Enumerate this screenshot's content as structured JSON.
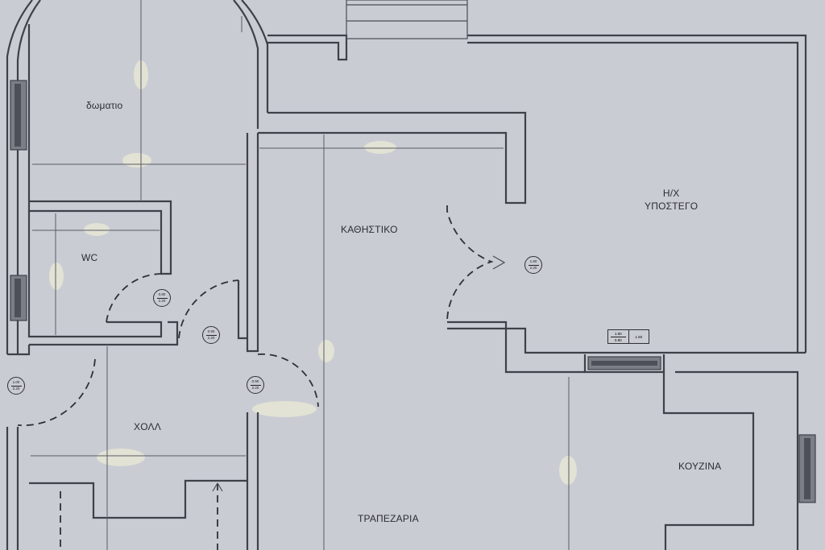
{
  "rooms": {
    "room": "δωματιο",
    "wc": "WC",
    "living": "ΚΑΘΗΣΤΙΚΟ",
    "covered": "Η/Χ\nΥΠΟΣΤΕΓΟ",
    "hall": "ΧΟΛΛ",
    "dining": "ΤΡΑΠΕΖΑΡΙΑ",
    "kitchen": "ΚΟΥΖΙΝΑ"
  },
  "door_tags": [
    {
      "id": "wc-door",
      "top": "0.80",
      "bottom": "2.20"
    },
    {
      "id": "hall-inner-door",
      "top": "0.90",
      "bottom": "2.20"
    },
    {
      "id": "entrance-door",
      "top": "1.00",
      "bottom": "2.20"
    },
    {
      "id": "hall-living-door",
      "top": "0.90",
      "bottom": "2.20"
    },
    {
      "id": "covered-door",
      "top": "1.80",
      "bottom": "2.20"
    }
  ],
  "window_tag": {
    "a_top": "1.80",
    "a_bottom": "0.90",
    "b": "1.50"
  },
  "colors": {
    "paper": "#c9ccd3",
    "line": "#3f4148"
  }
}
